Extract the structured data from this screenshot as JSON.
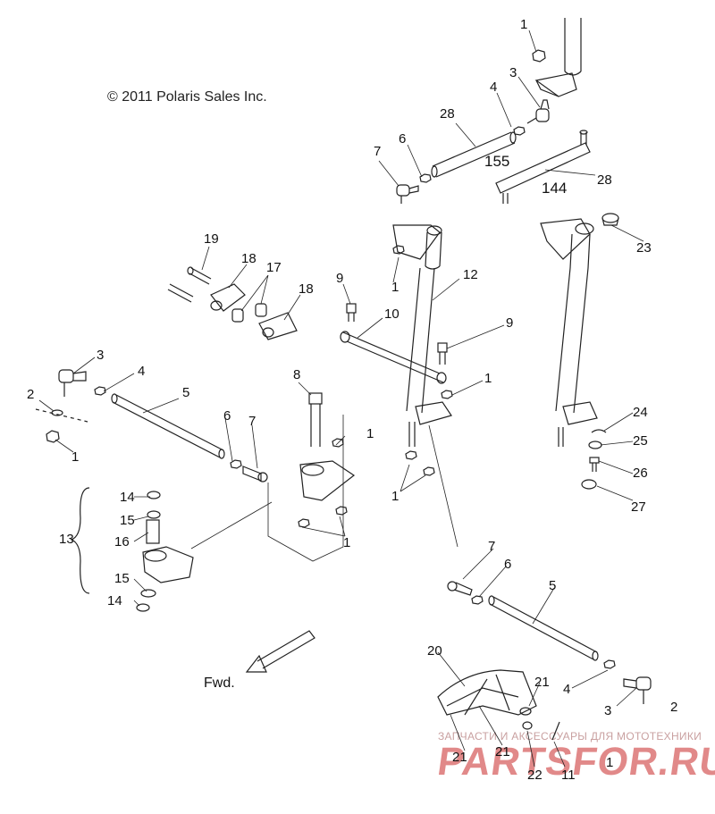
{
  "copyright": "© 2011 Polaris Sales Inc.",
  "forward_label": "Fwd.",
  "watermark": {
    "line1": "ЗАПЧАСТИ И АКСЕССУАРЫ ДЛЯ МОТОТЕХНИКИ",
    "line2": "PARTSFOR.RU"
  },
  "colors": {
    "line": "#222222",
    "label": "#111111",
    "watermark": "#c83232"
  },
  "callouts": [
    "1",
    "3",
    "4",
    "28",
    "7",
    "6",
    "155",
    "144",
    "28",
    "23",
    "19",
    "18",
    "17",
    "18",
    "9",
    "12",
    "10",
    "1",
    "9",
    "3",
    "4",
    "5",
    "1",
    "2",
    "1",
    "8",
    "6",
    "7",
    "1",
    "1",
    "24",
    "25",
    "26",
    "27",
    "1",
    "14",
    "15",
    "16",
    "13",
    "15",
    "14",
    "7",
    "6",
    "5",
    "20",
    "21",
    "4",
    "3",
    "2",
    "21",
    "21",
    "22",
    "11",
    "1"
  ]
}
